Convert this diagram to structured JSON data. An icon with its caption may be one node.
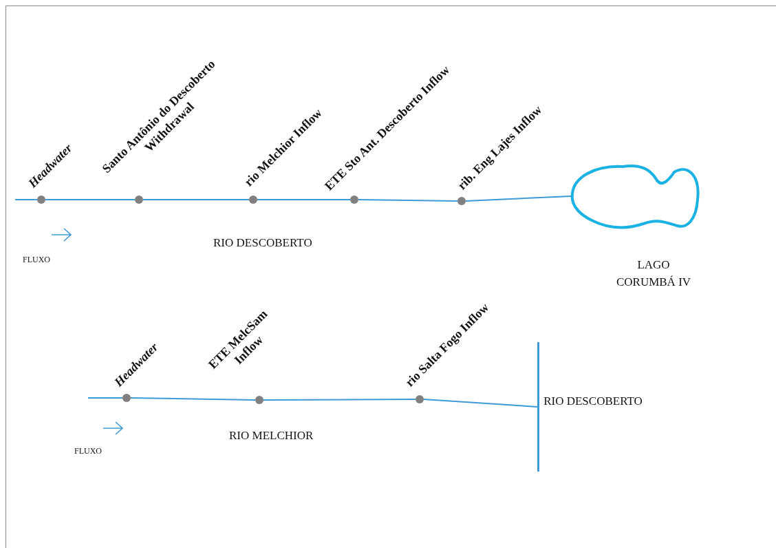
{
  "diagram": {
    "nodes": [
      {
        "text": [],
        "shape": "circle",
        "beside": [
          "Headwater"
        ]
      },
      {
        "text": [],
        "shape": "circle",
        "beside": [
          "Santo Antônio do Descoberto Withdrawal"
        ]
      },
      {
        "text": [],
        "shape": "circle",
        "beside": [
          "rio Melchior Inflow"
        ]
      },
      {
        "text": [],
        "shape": "circle",
        "beside": [
          "ETE Sto Ant. Descoberto Inflow"
        ]
      },
      {
        "text": [],
        "shape": "circle",
        "beside": [
          "rib. Eng Lajes Inflow"
        ]
      },
      {
        "text": [],
        "shape": "lake",
        "beside": [
          "LAGO CORUMBÁ IV"
        ]
      },
      {
        "text": [],
        "shape": "circle",
        "beside": [
          "Headwater"
        ]
      },
      {
        "text": [],
        "shape": "circle",
        "beside": [
          "ETE MelcSam Inflow"
        ]
      },
      {
        "text": [],
        "shape": "circle",
        "beside": [
          "rio Salta Fogo Inflow"
        ]
      },
      {
        "text": [],
        "shape": "bar",
        "beside": [
          "RIO DESCOBERTO"
        ]
      }
    ],
    "edges": [
      {
        "from": null,
        "to": 0,
        "arrow": "none"
      },
      {
        "from": 0,
        "to": 1,
        "arrow": "none"
      },
      {
        "from": 1,
        "to": 2,
        "arrow": "none"
      },
      {
        "from": 2,
        "to": 3,
        "arrow": "none"
      },
      {
        "from": 3,
        "to": 4,
        "arrow": "none"
      },
      {
        "from": 4,
        "to": 5,
        "arrow": "none"
      },
      {
        "from": null,
        "to": 6,
        "arrow": "none"
      },
      {
        "from": 6,
        "to": 7,
        "arrow": "none"
      },
      {
        "from": 7,
        "to": 8,
        "arrow": "none"
      },
      {
        "from": 8,
        "to": 9,
        "arrow": "none"
      }
    ],
    "labels": [
      "FLUXO",
      "RIO DESCOBERTO",
      "FLUXO",
      "RIO MELCHIOR"
    ]
  }
}
